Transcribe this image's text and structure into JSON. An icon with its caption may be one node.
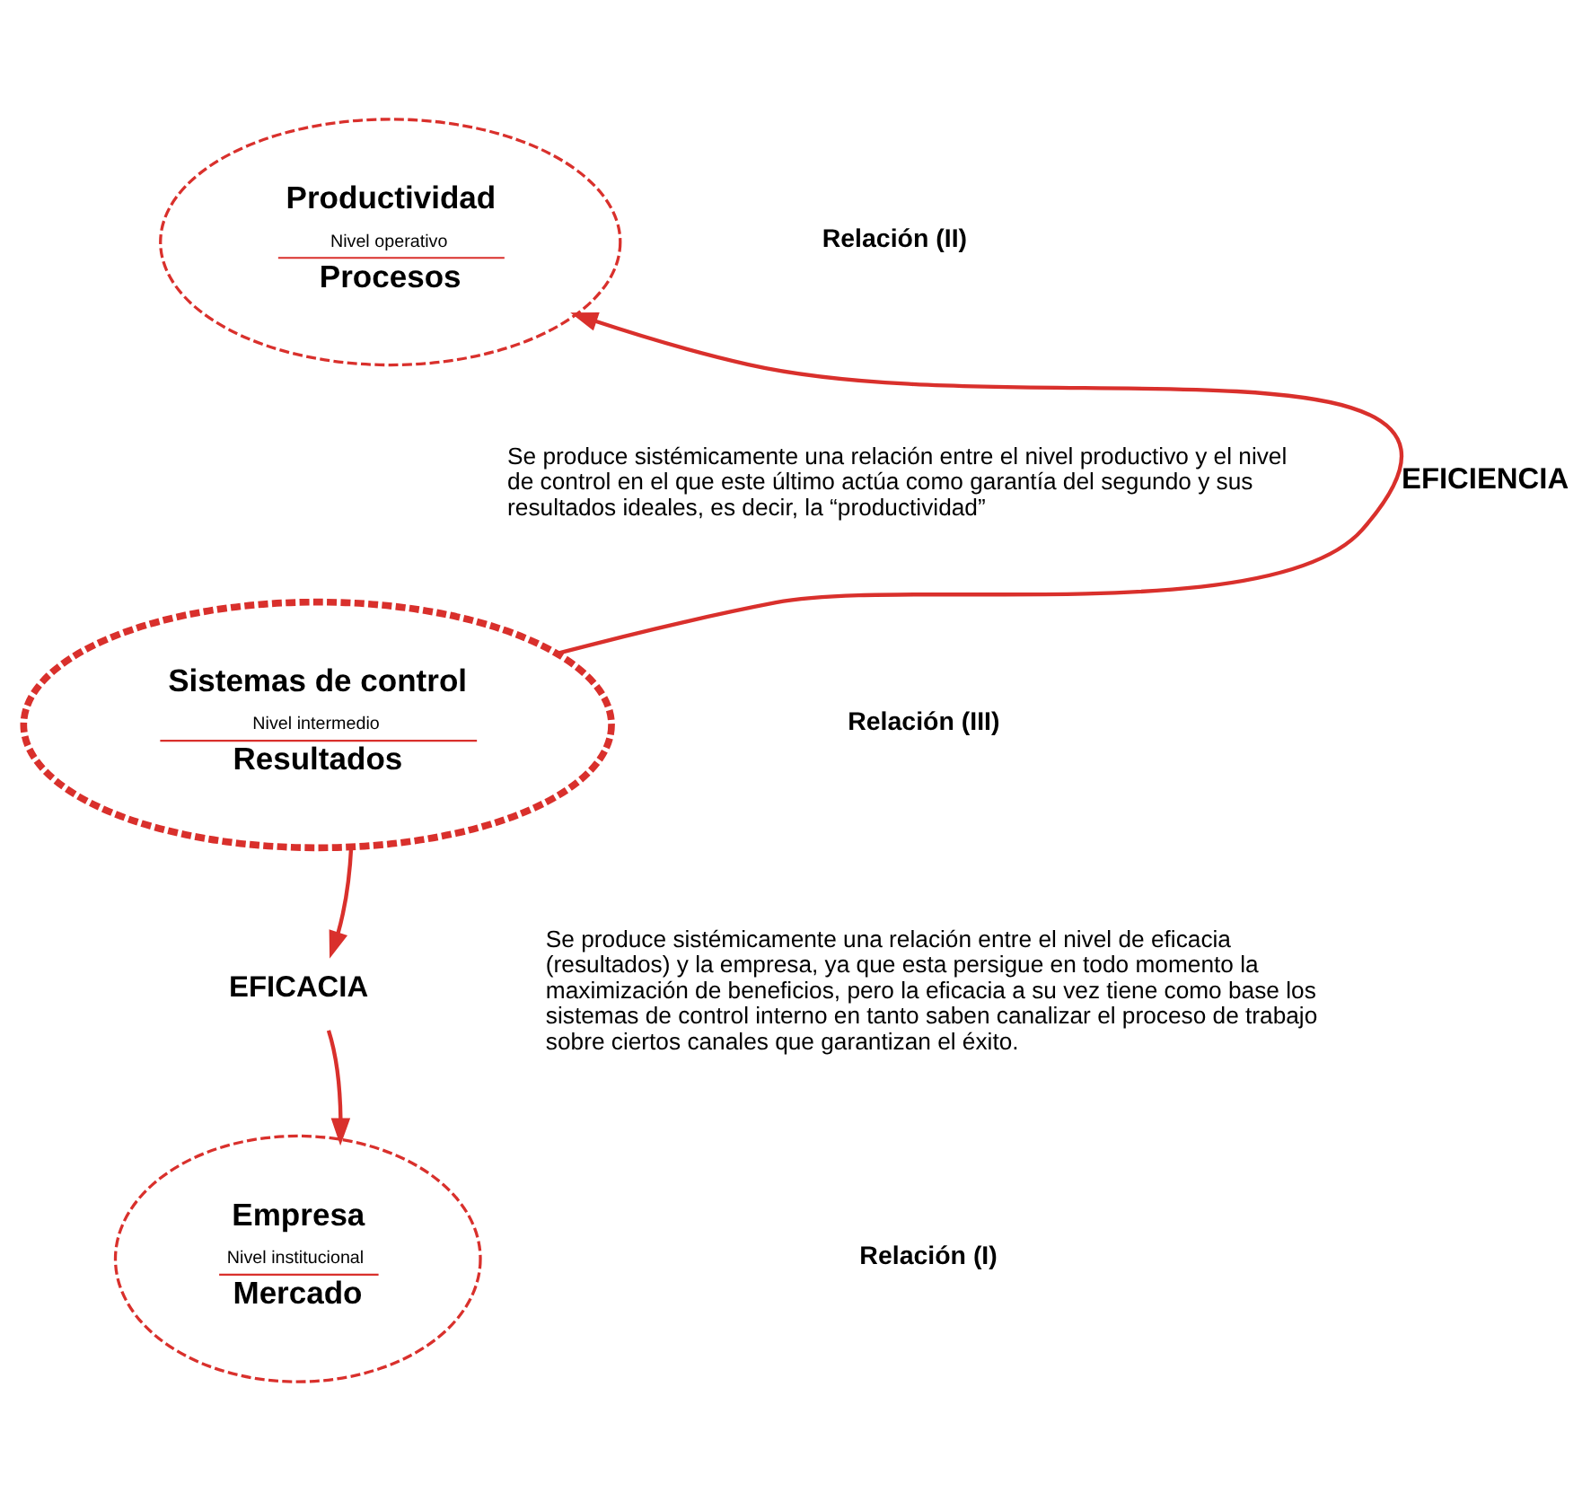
{
  "diagram": {
    "nodes": [
      {
        "text": [
          "Productividad",
          "Nivel operativo",
          "Procesos"
        ]
      },
      {
        "text": [
          "Sistemas de control",
          "Nivel intermedio",
          "Resultados"
        ]
      },
      {
        "text": [
          "EFICACIA"
        ]
      },
      {
        "text": [
          "Empresa",
          "Nivel institucional",
          "Mercado"
        ]
      }
    ],
    "edges": [
      {
        "from": 1,
        "to": 0,
        "arrow": "to",
        "label": "EFICIENCIA"
      },
      {
        "from": 1,
        "to": 2,
        "arrow": "to"
      },
      {
        "from": 2,
        "to": 3,
        "arrow": "to"
      }
    ],
    "labels": [
      "Relación (II)",
      "Se produce sistémicamente una relación entre el nivel productivo y el nivel de control en el que este último actúa como garantía del segundo y sus resultados ideales, es decir, la “productividad”",
      "Relación (III)",
      "Se produce sistémicamente una relación entre el nivel de eficacia (resultados) y la empresa, ya que esta persigue en todo momento la maximización de beneficios, pero la eficacia a su vez tiene como base los sistemas de control interno en tanto saben canalizar el proceso de trabajo sobre ciertos canales que garantizan el éxito.",
      "Relación (I)"
    ]
  }
}
